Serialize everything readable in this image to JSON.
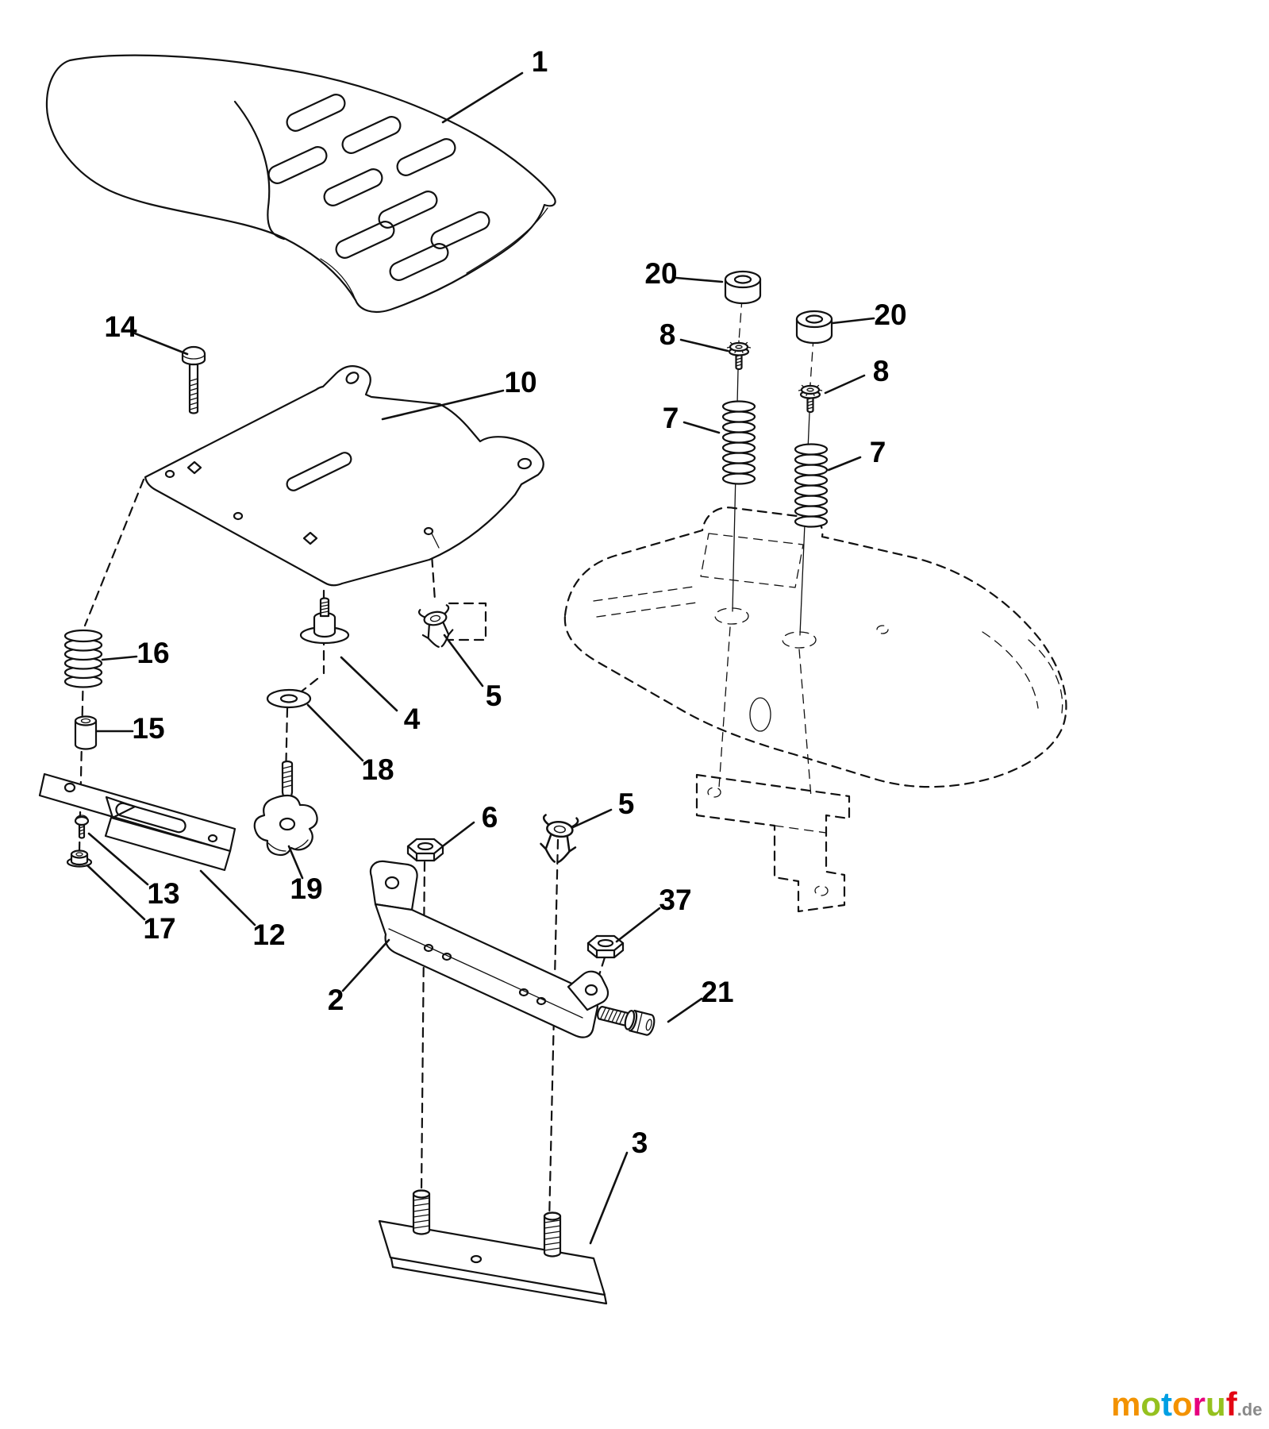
{
  "diagram": {
    "part_labels": {
      "seat": "1",
      "bolt_14": "14",
      "seat_plate": "10",
      "bushing_20_left": "20",
      "bushing_20_right": "20",
      "screw_8_left": "8",
      "screw_8_right": "8",
      "spring_7_left": "7",
      "spring_7_right": "7",
      "spring_16": "16",
      "spacer_15": "15",
      "clip_5_upper": "5",
      "clip_5_lower": "5",
      "shoulder_bolt_4": "4",
      "washer_18": "18",
      "knob_19": "19",
      "nut_6": "6",
      "nut_37": "37",
      "bolt_13": "13",
      "nut_17": "17",
      "bracket_12": "12",
      "bracket_2": "2",
      "bolt_21": "21",
      "plate_3": "3"
    }
  },
  "watermark": {
    "letters": [
      "m",
      "o",
      "t",
      "o",
      "r",
      "u",
      "f"
    ],
    "letter_colors": [
      "#f39200",
      "#95c11f",
      "#009fe3",
      "#f39200",
      "#e6007e",
      "#95c11f",
      "#e30613"
    ],
    "suffix": ".de",
    "suffix_color": "#8a8a8a"
  }
}
